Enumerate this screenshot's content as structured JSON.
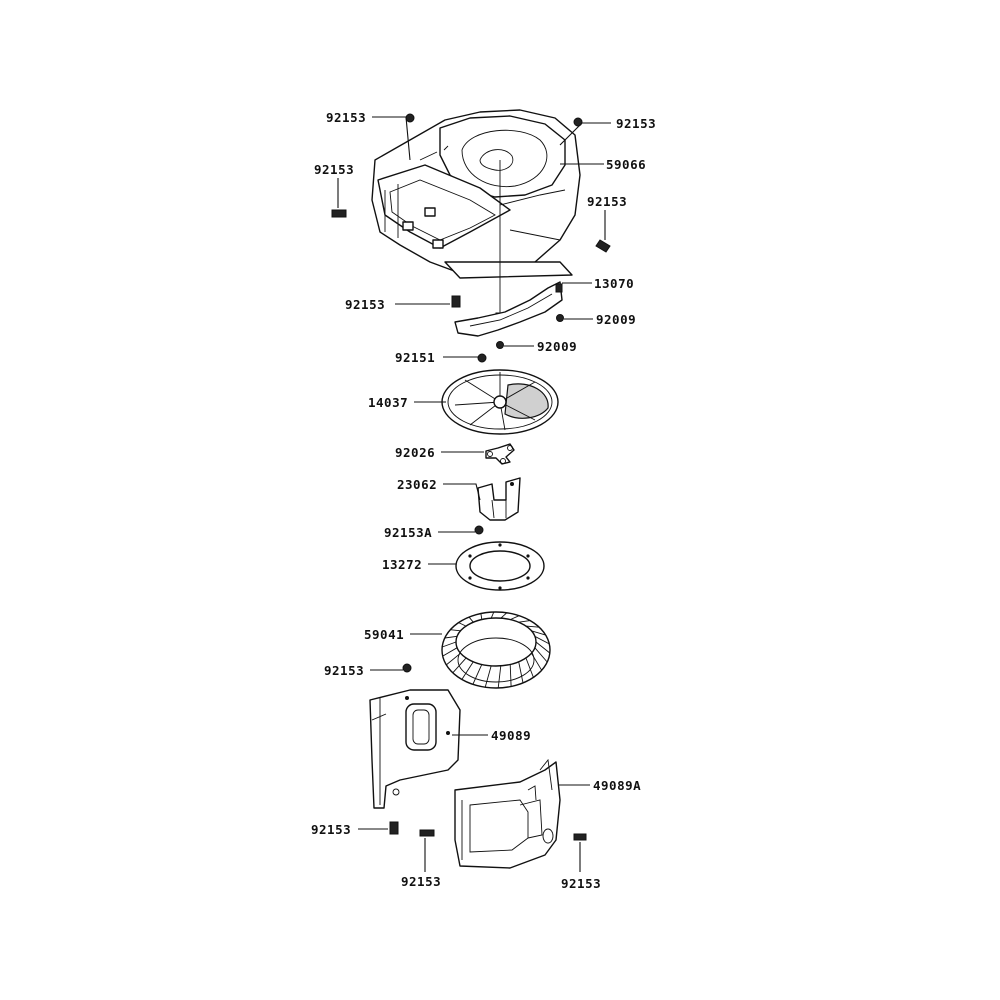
{
  "diagram": {
    "labels": {
      "l_92153_top_left": "92153",
      "l_92153_top_right": "92153",
      "l_92153_side_left": "92153",
      "l_59066": "59066",
      "l_92153_right": "92153",
      "l_92153_lower": "92153",
      "l_13070": "13070",
      "l_92009_right": "92009",
      "l_92009_center": "92009",
      "l_92151": "92151",
      "l_14037": "14037",
      "l_92026": "92026",
      "l_23062": "23062",
      "l_92153A": "92153A",
      "l_13272": "13272",
      "l_59041": "59041",
      "l_92153_mid_left": "92153",
      "l_49089": "49089",
      "l_49089A": "49089A",
      "l_92153_bottom_left": "92153",
      "l_92153_bottom_center": "92153",
      "l_92153_bottom_right": "92153"
    }
  },
  "colors": {
    "line": "#111111",
    "background": "#ffffff",
    "shade": "#d0d0d0"
  }
}
